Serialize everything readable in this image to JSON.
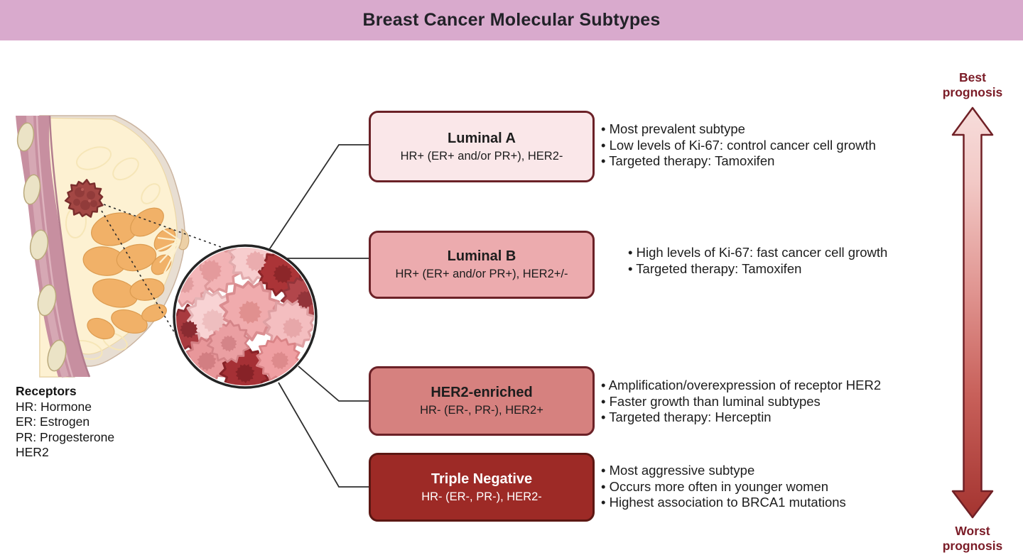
{
  "title": "Breast Cancer Molecular Subtypes",
  "receptors_legend": {
    "heading": "Receptors",
    "items": [
      "HR: Hormone",
      "ER: Estrogen",
      "PR: Progesterone",
      "HER2"
    ]
  },
  "prognosis": {
    "best_label": "Best prognosis",
    "worst_label": "Worst prognosis"
  },
  "subtypes": [
    {
      "name": "Luminal A",
      "receptor_status": "HR+ (ER+ and/or PR+), HER2-",
      "notes": [
        "Most prevalent subtype",
        "Low levels of Ki-67: control cancer cell growth",
        "Targeted therapy: Tamoxifen"
      ],
      "fill": "#fae7e9",
      "border": "#6b2127",
      "text_color": "#1d1d1d"
    },
    {
      "name": "Luminal B",
      "receptor_status": "HR+ (ER+ and/or PR+), HER2+/-",
      "notes": [
        "High levels of Ki-67: fast cancer cell growth",
        "Targeted therapy: Tamoxifen"
      ],
      "fill": "#ecabae",
      "border": "#6b2127",
      "text_color": "#1d1d1d"
    },
    {
      "name": "HER2-enriched",
      "receptor_status": "HR- (ER-, PR-), HER2+",
      "notes": [
        "Amplification/overexpression of receptor HER2",
        "Faster growth than luminal subtypes",
        "Targeted therapy: Herceptin"
      ],
      "fill": "#d6817f",
      "border": "#6b2127",
      "text_color": "#1d1d1d"
    },
    {
      "name": "Triple Negative",
      "receptor_status": "HR- (ER-, PR-), HER2-",
      "notes": [
        "Most aggressive subtype",
        "Occurs more often in younger women",
        "Highest association to BRCA1 mutations"
      ],
      "fill": "#9d2a26",
      "border": "#5c1713",
      "text_color": "#ffffff"
    }
  ],
  "icons": {
    "breast_illustration": "breast-cross-section",
    "magnifier_circle": "cancer-cell-cluster",
    "arrow": "prognosis-gradient-arrow"
  },
  "colors": {
    "title_bar": "#d9aacd",
    "connector_line": "#2e2e2e",
    "circle_stroke": "#242424",
    "prognosis_text": "#7b1c27",
    "arrow_gradient_top": "#f7dddb",
    "arrow_gradient_bottom": "#a43430",
    "arrow_outline": "#702026",
    "tumor": "#a34744",
    "gland": "#f1b168",
    "fat": "#fdf1d2",
    "muscle": "#c78fa0",
    "skin": "#e8ded2"
  }
}
